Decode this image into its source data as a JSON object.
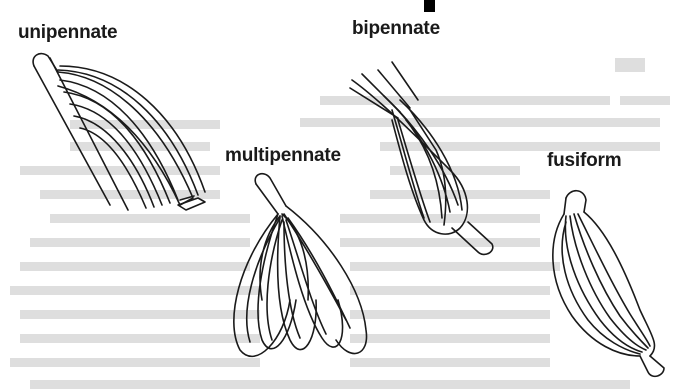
{
  "labels": {
    "unipennate": "unipennate",
    "bipennate": "bipennate",
    "multipennate": "multipennate",
    "fusiform": "fusiform"
  },
  "colors": {
    "ink": "#1a1a1a",
    "page_bleed": "#d9d9d9"
  }
}
